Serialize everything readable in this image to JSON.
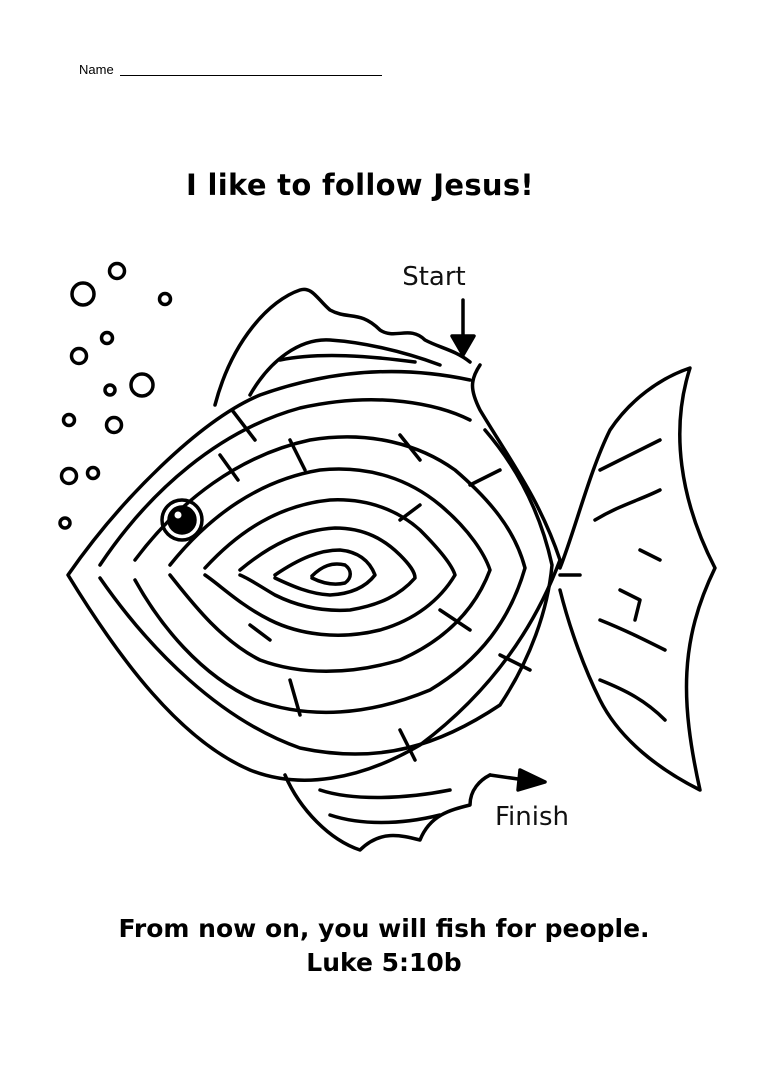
{
  "header": {
    "name_label": "Name"
  },
  "title": "I like to follow Jesus!",
  "maze": {
    "start_label": "Start",
    "finish_label": "Finish"
  },
  "verse": {
    "text": "From now on, you will fish for people.",
    "reference": "Luke 5:10b"
  }
}
